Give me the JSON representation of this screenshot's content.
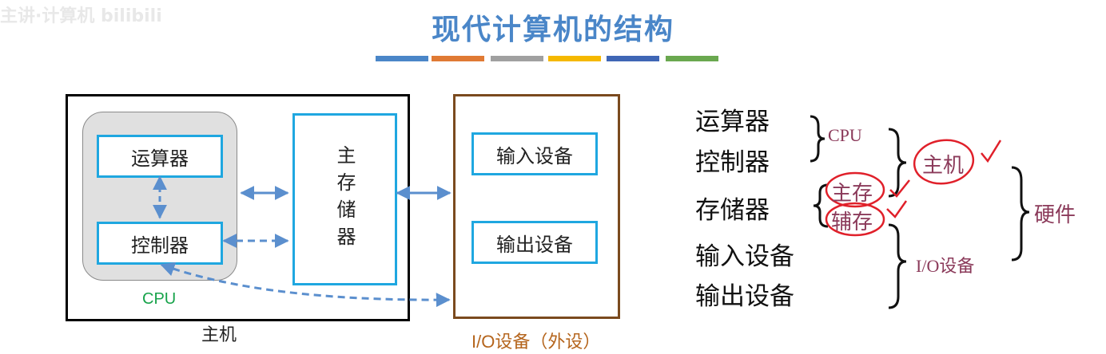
{
  "watermark": "主讲·计算机 bilibili",
  "title": "现代计算机的结构",
  "colors": {
    "title": "#4a86c8",
    "box_border": "#1fa7e0",
    "arrow": "#5b8fce",
    "cpu_label": "#17a34a",
    "io_label": "#b5651d",
    "annotation": "#8b3a5a",
    "pen": "#e0202a",
    "color_bars": [
      "#4a86c8",
      "#e07a34",
      "#a0a0a0",
      "#f5b800",
      "#3f66b5",
      "#6aa84f"
    ]
  },
  "diagram": {
    "alu": "运算器",
    "cu": "控制器",
    "memory": "主存储器",
    "input_device": "输入设备",
    "output_device": "输出设备",
    "cpu_label": "CPU",
    "host_label": "主机",
    "io_label": "I/O设备（外设）"
  },
  "classification": {
    "items": [
      "运算器",
      "控制器",
      "存储器",
      "输入设备",
      "输出设备"
    ],
    "cpu": "CPU",
    "main_memory": "主存",
    "aux_memory": "辅存",
    "host": "主机",
    "io": "I/O设备",
    "hardware": "硬件"
  }
}
